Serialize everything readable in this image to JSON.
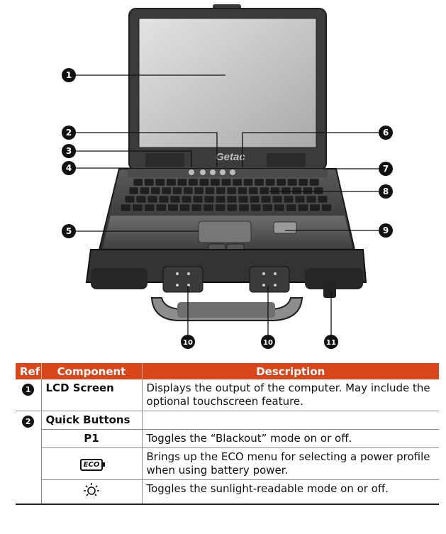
{
  "figure": {
    "brand_text": "Getac",
    "callouts": [
      {
        "n": "1",
        "side": "left"
      },
      {
        "n": "2",
        "side": "left"
      },
      {
        "n": "3",
        "side": "left"
      },
      {
        "n": "4",
        "side": "left"
      },
      {
        "n": "5",
        "side": "left"
      },
      {
        "n": "6",
        "side": "right"
      },
      {
        "n": "7",
        "side": "right"
      },
      {
        "n": "8",
        "side": "right"
      },
      {
        "n": "9",
        "side": "right"
      },
      {
        "n": "10",
        "side": "bottom"
      },
      {
        "n": "10",
        "side": "bottom"
      },
      {
        "n": "11",
        "side": "bottom"
      }
    ]
  },
  "table": {
    "headers": {
      "ref": "Ref",
      "component": "Component",
      "description": "Description"
    },
    "rows": [
      {
        "ref": "1",
        "component": "LCD Screen",
        "description": "Displays the output of the computer. May include the optional touchscreen feature."
      },
      {
        "ref": "2",
        "component": "Quick Buttons",
        "description": ""
      },
      {
        "component": "P1",
        "description": "Toggles the “Blackout” mode on or off."
      },
      {
        "component_icon": "eco-icon",
        "component_icon_text": "ECO",
        "description": "Brings up the ECO menu for selecting a power profile when using battery power."
      },
      {
        "component_icon": "sun-icon",
        "description": "Toggles the sunlight-readable mode on or off."
      }
    ]
  },
  "colors": {
    "header_bg": "#d9461a",
    "header_text": "#ffffff"
  }
}
